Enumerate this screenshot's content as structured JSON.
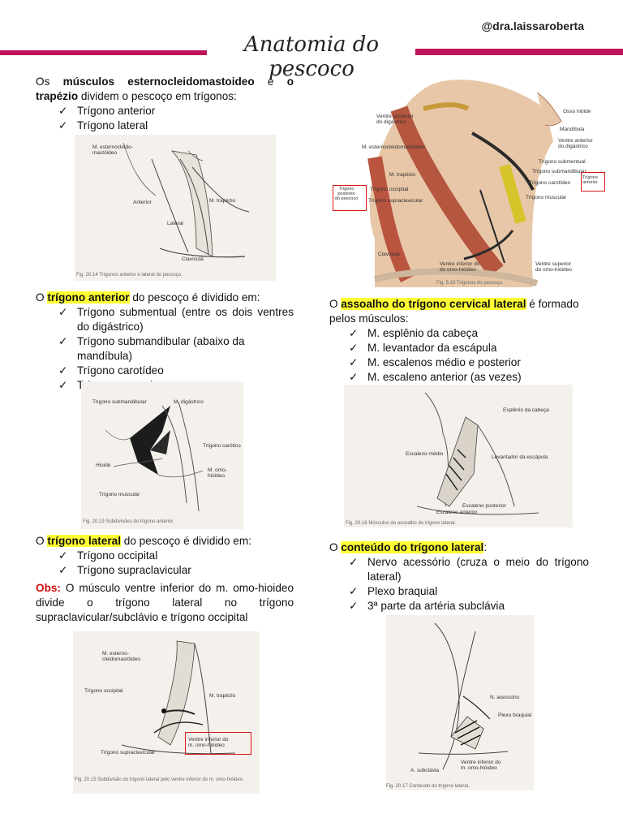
{
  "header": {
    "handle": "@dra.laissaroberta",
    "title": "Anatomia do pescoço"
  },
  "intro": {
    "p1": "Os",
    "m1": "músculos esternocleidomastoideo",
    "p2": "e",
    "m2": "o trapézio",
    "p3": "dividem o pescoço em trígonos:",
    "items": [
      "Trígono anterior",
      "Trígono lateral"
    ]
  },
  "fig1": {
    "labels": {
      "scm": "M. esternocleido-\nmastóideo",
      "anterior": "Anterior",
      "trap": "M. trapézio",
      "lateral": "Lateral",
      "clav": "Clavícula"
    },
    "caption": "Fig. 20.14 Trígonos anterior e lateral do pescoço."
  },
  "anterior": {
    "pre": "O",
    "hl": "trígono anterior",
    "post": "do pescoço é dividido em:",
    "items": [
      "Trígono submentual (entre os dois ventres do digástrico)",
      "Trígono submandibular (abaixo da mandíbula)",
      "Trígono carotídeo",
      "Trígono muscular"
    ]
  },
  "fig2": {
    "labels": {
      "sub": "Trígono submandibular",
      "dig": "M. digástrico",
      "car": "Trígono carótico",
      "hio": "Hioide",
      "omo": "M. omo-hióideo",
      "mus": "Trígono muscular"
    },
    "caption": "Fig. 20.19 Subdivisões do trígono anterior."
  },
  "lateral": {
    "pre": "O",
    "hl": "trígono lateral",
    "post": "do pescoço é dividido em:",
    "items": [
      "Trígono occipital",
      "Trígono supraclavicular"
    ],
    "obs_label": "Obs:",
    "obs_text": "O músculo ventre inferior do m. omo-hioideo divide o trígono lateral no trígono supraclavicular/subclávio e trígono occipital"
  },
  "fig3": {
    "labels": {
      "scm": "M. esterno-\ncleidomastóideo",
      "occ": "Trígono occipital",
      "trap": "M. trapézio",
      "omo": "Ventre inferior do\nm. omo-hióideo",
      "sup": "Trígono supraclavicular"
    },
    "caption": "Fig. 20.15 Subdivisão do trígono lateral pelo ventre inferior do m. omo-hióideo."
  },
  "fig4": {
    "labels": {
      "hio": "Osso hióide",
      "vpd": "Ventre posterior\ndo digástrico",
      "mand": "Mandíbula",
      "scm": "M. esternocleidomastóideo",
      "vad": "Ventre anterior\ndo digástrico",
      "sment": "Trígono submentual",
      "trap": "M. trapézio",
      "smand": "Trígono submandibular",
      "occ": "Trígono occipital",
      "car": "Trígono carotídeo",
      "supcl": "Trígono supraclavicular",
      "musc": "Trígono muscular",
      "clav": "Clavícula",
      "vio": "Ventre inferior do\ndo omo-hióideo",
      "vso": "Ventre superior\ndo omo-hióideo",
      "post_box": "Trígono\nposterior\ndo pescoço",
      "ant_box": "Trígono\nanterior"
    },
    "caption": "Fig. 5.10 Trígonos do pescoço."
  },
  "floor": {
    "pre": "O",
    "hl": "assoalho do trígono cervical lateral",
    "post": "é formado pelos músculos:",
    "items": [
      "M. esplênio da cabeça",
      "M. levantador da escápula",
      "M. escalenos médio e posterior",
      "M. escaleno anterior (as vezes)"
    ]
  },
  "fig5": {
    "labels": {
      "esp": "Esplênio da cabeça",
      "med": "Escaleno médio",
      "lev": "Levantador da escápula",
      "post": "Escaleno posterior",
      "ant": "Escaleno anterior"
    },
    "caption": "Fig. 20.16 Músculos do assoalho do trígono lateral."
  },
  "content": {
    "pre": "O",
    "hl": "conteúdo do trígono lateral",
    "post": ":",
    "items": [
      "Nervo acessório (cruza o meio do trígono lateral)",
      "Plexo braquial",
      "3ª parte da artéria subclávia"
    ]
  },
  "fig6": {
    "labels": {
      "nac": "N. acessório",
      "plex": "Plexo braquial",
      "vio": "Ventre inferior do\nm. omo-hióideo",
      "asub": "A. subclávia"
    },
    "caption": "Fig. 20.17 Conteúdo do trígono lateral."
  },
  "colors": {
    "accent": "#c0145a",
    "highlight": "#ffff33",
    "obs": "#d10e0e"
  }
}
